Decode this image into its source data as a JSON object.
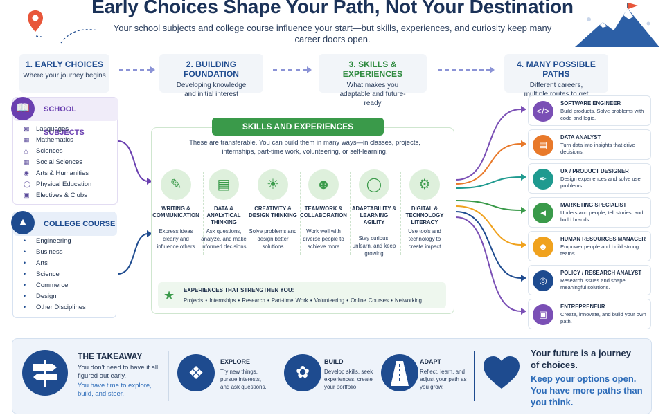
{
  "header": {
    "title": "Early Choices Shape Your Path, Not Your Destination",
    "subtitle": "Your school subjects and college course influence your start—but skills, experiences, and curiosity keep many career doors open."
  },
  "stages": [
    {
      "title": "1. EARLY CHOICES",
      "desc": "Where your journey begins",
      "color": "#1e4b8f"
    },
    {
      "title": "2. BUILDING FOUNDATION",
      "desc": "Developing knowledge and initial interest",
      "color": "#1e4b8f"
    },
    {
      "title": "3. SKILLS & EXPERIENCES",
      "desc": "What makes you adaptable and future-ready",
      "color": "#2e8a3e"
    },
    {
      "title": "4. MANY POSSIBLE PATHS",
      "desc": "Different careers, multiple routes to get there",
      "color": "#1e4b8f"
    }
  ],
  "school": {
    "title": "SCHOOL SUBJECTS",
    "items": [
      "Languages",
      "Mathematics",
      "Sciences",
      "Social Sciences",
      "Arts & Humanities",
      "Physical Education",
      "Electives & Clubs"
    ]
  },
  "college": {
    "title": "COLLEGE COURSE",
    "items": [
      "Engineering",
      "Business",
      "Arts",
      "Science",
      "Commerce",
      "Design",
      "Other Disciplines"
    ]
  },
  "skills_panel": {
    "title": "SKILLS AND EXPERIENCES",
    "desc": "These are transferable. You can build them in many ways—in classes, projects, internships, part-time work, volunteering, or self-learning.",
    "skills": [
      {
        "title": "WRITING & COMMUNICATION",
        "desc": "Express ideas clearly and influence others",
        "icon": "pencil-icon"
      },
      {
        "title": "DATA & ANALYTICAL THINKING",
        "desc": "Ask questions, analyze, and make informed decisions",
        "icon": "bar-chart-icon"
      },
      {
        "title": "CREATIVITY & DESIGN THINKING",
        "desc": "Solve problems and design better solutions",
        "icon": "lightbulb-icon"
      },
      {
        "title": "TEAMWORK & COLLABORATION",
        "desc": "Work well with diverse people to achieve more",
        "icon": "team-icon"
      },
      {
        "title": "ADAPTABILITY & LEARNING AGILITY",
        "desc": "Stay curious, unlearn, and keep growing",
        "icon": "chat-icon"
      },
      {
        "title": "DIGITAL & TECHNOLOGY LITERACY",
        "desc": "Use tools and technology to create impact",
        "icon": "gear-icon"
      }
    ],
    "experiences_title": "EXPERIENCES THAT STRENGTHEN YOU:",
    "experiences": "Projects • Internships • Research • Part-time Work • Volunteering • Online Courses • Networking"
  },
  "careers": [
    {
      "title": "SOFTWARE ENGINEER",
      "desc": "Build products. Solve problems with code and logic.",
      "color": "#7a4fb5",
      "icon": "code-icon"
    },
    {
      "title": "DATA ANALYST",
      "desc": "Turn data into insights that drive decisions.",
      "color": "#e8792a",
      "icon": "chart-icon"
    },
    {
      "title": "UX / PRODUCT DESIGNER",
      "desc": "Design experiences and solve user problems.",
      "color": "#1f9a8f",
      "icon": "pen-nib-icon"
    },
    {
      "title": "MARKETING SPECIALIST",
      "desc": "Understand people, tell stories, and build brands.",
      "color": "#3a9a4a",
      "icon": "megaphone-icon"
    },
    {
      "title": "HUMAN RESOURCES MANAGER",
      "desc": "Empower people and build strong teams.",
      "color": "#f0a21e",
      "icon": "people-icon"
    },
    {
      "title": "POLICY / RESEARCH ANALYST",
      "desc": "Research issues and shape meaningful solutions.",
      "color": "#1e4b8f",
      "icon": "globe-icon"
    },
    {
      "title": "ENTREPRENEUR",
      "desc": "Create, innovate, and build your own path.",
      "color": "#7a4fb5",
      "icon": "briefcase-icon"
    }
  ],
  "takeaway": {
    "title": "THE TAKEAWAY",
    "line1": "You don't need to have it all figured out early.",
    "line2": "You have time to explore, build, and steer.",
    "steps": [
      {
        "title": "EXPLORE",
        "desc": "Try new things, pursue interests, and ask questions.",
        "icon": "compass-icon"
      },
      {
        "title": "BUILD",
        "desc": "Develop skills, seek experiences, create your portfolio.",
        "icon": "sprout-icon"
      },
      {
        "title": "ADAPT",
        "desc": "Reflect, learn, and adjust your path as you grow.",
        "icon": "road-icon"
      }
    ],
    "closing1": "Your future is a journey of choices.",
    "closing2": "Keep your options open. You have more paths than you think."
  }
}
